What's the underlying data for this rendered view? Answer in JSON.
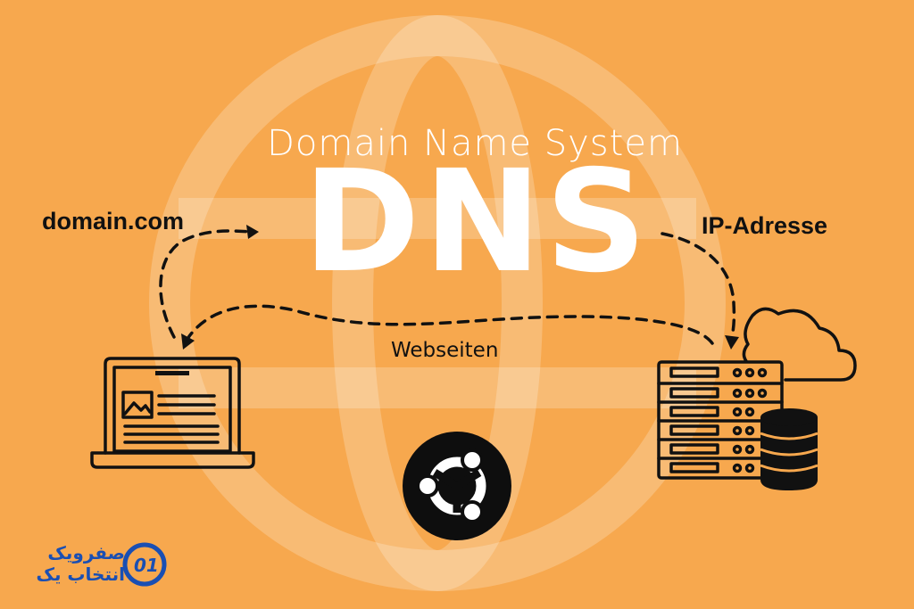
{
  "header": {
    "subtitle": "Domain Name System",
    "title": "DNS"
  },
  "labels": {
    "domain": "domain.com",
    "ip": "IP-Adresse",
    "websites": "Webseiten"
  },
  "brand": {
    "line1": "صفرویک",
    "line2": "انتخاب یک",
    "logo_icon": "zero-one-circle-logo",
    "color": "#1a4fb3"
  },
  "icons": [
    "globe-watermark-icon",
    "laptop-icon",
    "server-rack-icon",
    "cloud-icon",
    "database-icon",
    "ubuntu-logo-icon"
  ],
  "colors": {
    "background": "#f7a84e",
    "text_primary": "#111111",
    "text_light": "#ffffff"
  }
}
